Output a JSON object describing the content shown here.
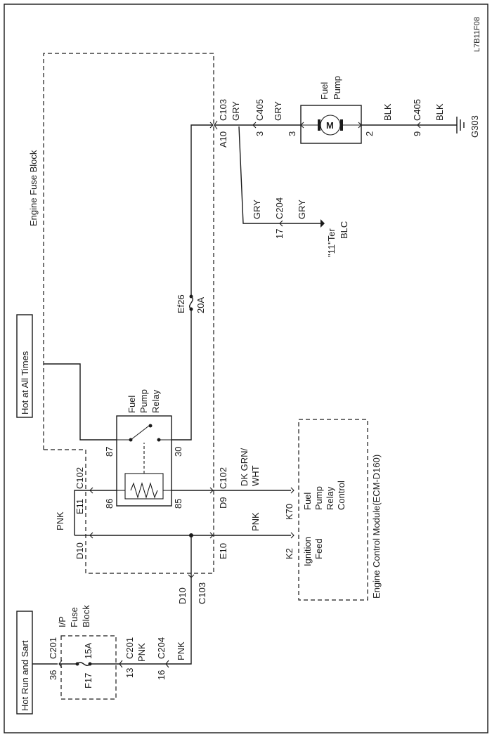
{
  "diagram_id": "L7B11F08",
  "labels": {
    "hot_run_start": "Hot Run and Sart",
    "hot_at_all_times": "Hot at All Times",
    "engine_fuse_block": "Engine Fuse Block",
    "ip_fuse_block": [
      "I/P",
      "Fuse",
      "Block"
    ],
    "fuse_f17": "F17",
    "fuse_f17_rating": "15A",
    "fuse_ef26": "Ef26",
    "fuse_ef26_rating": "20A",
    "fuel_pump_relay": [
      "Fuel",
      "Pump",
      "Relay"
    ],
    "fuel_pump": [
      "Fuel",
      "Pump"
    ],
    "motor": "M",
    "ecm": "Engine Control Module(ECM-D160)",
    "ecm_ignition_feed": [
      "Ignition",
      "Feed"
    ],
    "ecm_fuel_pump_relay_control": [
      "Fuel",
      "Pump",
      "Relay",
      "Control"
    ],
    "blc_terminal": "\"11\"Ter",
    "blc": "BLC",
    "ground": "G303"
  },
  "connectors": {
    "c201": "C201",
    "c201_pin_36": "36",
    "c201_pin_13": "13",
    "c204": "C204",
    "c204_pin_16": "16",
    "c204_pin_17": "17",
    "c103": "C103",
    "c103_pin_d10": "D10",
    "c103_pin_a10": "A10",
    "c102": "C102",
    "c102_pin_e11": "E11",
    "c102_pin_d10": "D10",
    "c102_pin_e10": "E10",
    "c102_pin_d9": "D9",
    "c405": "C405",
    "c405_pin_3": "3",
    "c405_pin_9": "9",
    "relay_pin_87": "87",
    "relay_pin_86": "86",
    "relay_pin_85": "85",
    "relay_pin_30": "30",
    "pump_pin_3": "3",
    "pump_pin_2": "2",
    "ecm_pin_k2": "K2",
    "ecm_pin_k70": "K70"
  },
  "wires": {
    "pnk": "PNK",
    "gry": "GRY",
    "blk": "BLK",
    "dk_grn_wht": [
      "DK GRN/",
      "WHT"
    ]
  }
}
